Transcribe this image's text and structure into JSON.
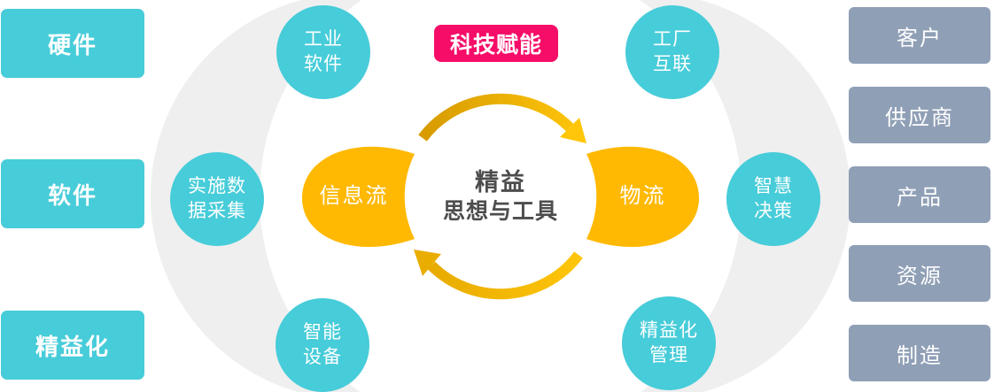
{
  "left_panel": {
    "items": [
      {
        "label": "硬件"
      },
      {
        "label": "软件"
      },
      {
        "label": "精益化"
      }
    ]
  },
  "right_panel": {
    "items": [
      {
        "label": "客户"
      },
      {
        "label": "供应商"
      },
      {
        "label": "产品"
      },
      {
        "label": "资源"
      },
      {
        "label": "制造"
      }
    ]
  },
  "badge": {
    "label": "科技赋能"
  },
  "center": {
    "line1": "精益",
    "line2": "思想与工具"
  },
  "flows": {
    "left": "信息流",
    "right": "物流"
  },
  "nodes": [
    {
      "id": "industrial-software",
      "line1": "工业",
      "line2": "软件"
    },
    {
      "id": "factory-interconnect",
      "line1": "工厂",
      "line2": "互联"
    },
    {
      "id": "realtime-data-collection",
      "line1": "实施数",
      "line2": "据采集"
    },
    {
      "id": "smart-decision",
      "line1": "智慧",
      "line2": "决策"
    },
    {
      "id": "smart-equipment",
      "line1": "智能",
      "line2": "设备"
    },
    {
      "id": "lean-management",
      "line1": "精益化",
      "line2": "管理"
    }
  ],
  "colors": {
    "teal": "#47CCD9",
    "slate_blue": "#8F9FB6",
    "pink": "#F50D68",
    "gold": "#FFB903",
    "gold_dark": "#D79B00",
    "arc_gray": "#EFEFEF",
    "center_text": "#4D4D4D"
  }
}
